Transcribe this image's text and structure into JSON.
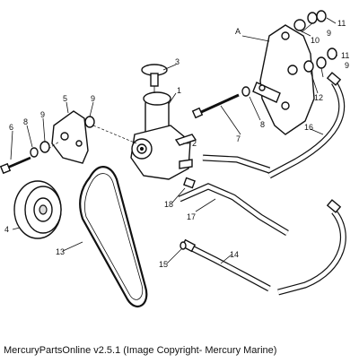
{
  "diagram": {
    "callouts": [
      "1",
      "2",
      "3",
      "4",
      "5",
      "6",
      "7",
      "8",
      "8",
      "9",
      "9",
      "9",
      "9",
      "10",
      "11",
      "11",
      "12",
      "13",
      "14",
      "15",
      "16",
      "17",
      "18",
      "A"
    ]
  },
  "caption": "MercuryPartsOnline v2.5.1 (Image Copyright- Mercury Marine)"
}
